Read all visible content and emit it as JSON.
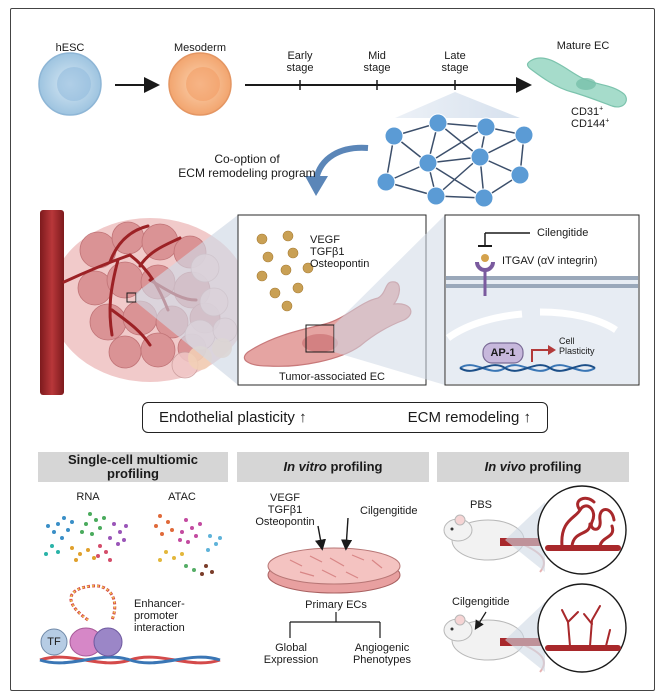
{
  "top": {
    "hesc": "hESC",
    "mesoderm": "Mesoderm",
    "early_stage": "Early\nstage",
    "mid_stage": "Mid\nstage",
    "late_stage": "Late\nstage",
    "mature_ec": "Mature EC",
    "cd31": "CD31",
    "cd144": "CD144",
    "sup_plus": "+",
    "cooption": "Co-option of\nECM remodeling program"
  },
  "middle": {
    "vegf": "VEGF",
    "tgfb1": "TGFβ1",
    "osteopontin": "Osteopontin",
    "tumor_ec": "Tumor-associated EC",
    "cilengitide": "Cilengitide",
    "itgav": "ITGAV (αV integrin)",
    "ap1": "AP-1",
    "cell_plasticity": "Cell\nPlasticity"
  },
  "summary": {
    "left": "Endothelial plasticity",
    "right": "ECM remodeling",
    "up_arrow": "↑"
  },
  "sections": {
    "single_cell": "Single-cell multiomic\nprofiling",
    "in_vitro_em": "In vitro",
    "in_vitro_rest": " profiling",
    "in_vivo_em": "In vivo",
    "in_vivo_rest": " profiling"
  },
  "single_cell": {
    "rna": "RNA",
    "atac": "ATAC",
    "tf": "TF",
    "enhancer": "Enhancer-\npromoter\ninteraction"
  },
  "in_vitro": {
    "vegf": "VEGF",
    "tgfb1": "TGFβ1",
    "osteopontin": "Osteopontin",
    "cilgengitide": "Cilgengitide",
    "primary_ecs": "Primary ECs",
    "global_expression": "Global\nExpression",
    "angiogenic": "Angiogenic\nPhenotypes"
  },
  "in_vivo": {
    "pbs": "PBS",
    "cilgengitide": "Cilgengitide"
  },
  "colors": {
    "cell_blue": "#a9cbe3",
    "cell_orange": "#f4b183",
    "network_node": "#5b9bd5",
    "vessel_red": "#a8282b",
    "teal_cell": "#9fd5c6",
    "section_grey": "#d6d6d6"
  }
}
